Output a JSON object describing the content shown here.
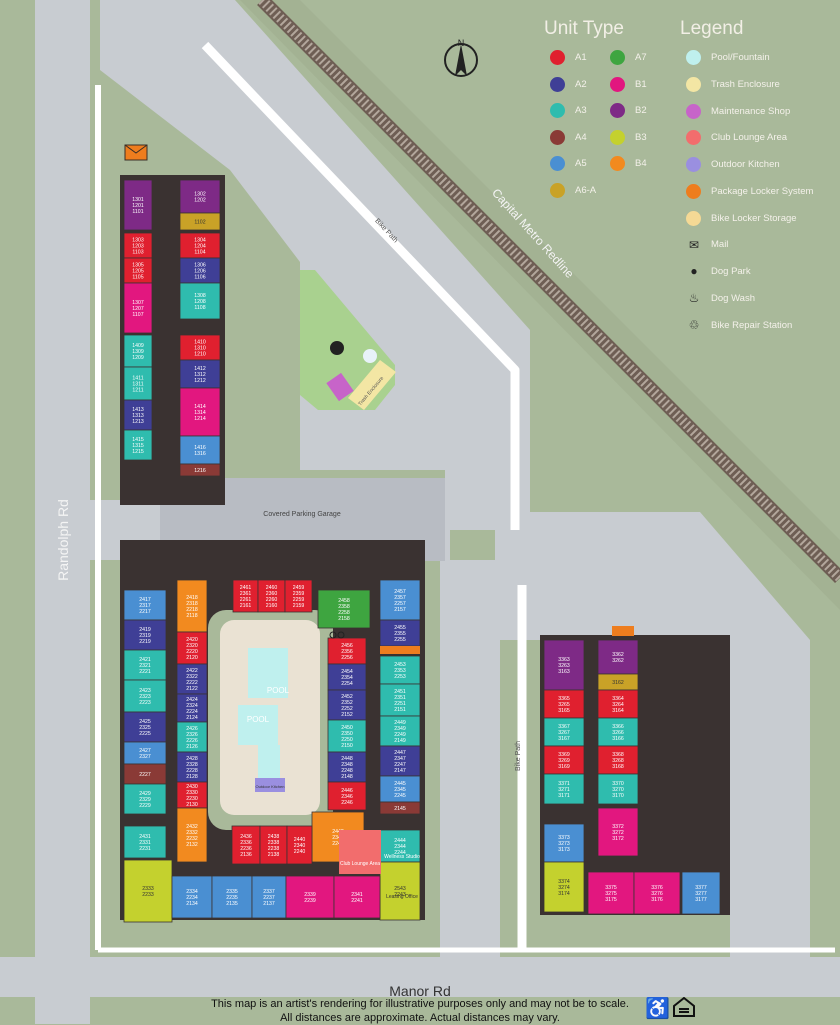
{
  "unit_type": {
    "title": "Unit Type",
    "items": [
      {
        "name": "A1",
        "color": "#e0202f"
      },
      {
        "name": "A2",
        "color": "#3f3f96"
      },
      {
        "name": "A3",
        "color": "#2fbcae"
      },
      {
        "name": "A4",
        "color": "#8a3a36"
      },
      {
        "name": "A5",
        "color": "#4a8fd2"
      },
      {
        "name": "A6-A",
        "color": "#c9a227"
      },
      {
        "name": "A7",
        "color": "#3ea540"
      },
      {
        "name": "B1",
        "color": "#e2177f"
      },
      {
        "name": "B2",
        "color": "#7e2a86"
      },
      {
        "name": "B3",
        "color": "#c4d12e"
      },
      {
        "name": "B4",
        "color": "#f28a1f"
      }
    ]
  },
  "legend": {
    "title": "Legend",
    "items": [
      {
        "label": "Pool/Fountain",
        "color": "#bff0ee",
        "icon": "pool-dot"
      },
      {
        "label": "Trash Enclosure",
        "color": "#f3e6a4",
        "icon": "trash-dot"
      },
      {
        "label": "Maintenance Shop",
        "color": "#c764c9",
        "icon": "maintenance-dot"
      },
      {
        "label": "Club Lounge Area",
        "color": "#f26d6d",
        "icon": "club-dot"
      },
      {
        "label": "Outdoor Kitchen",
        "color": "#9a8fe0",
        "icon": "kitchen-dot"
      },
      {
        "label": "Package Locker System",
        "color": "#ee7d1e",
        "icon": "package-dot"
      },
      {
        "label": "Bike Locker Storage",
        "color": "#f5d995",
        "icon": "bike-locker-dot"
      },
      {
        "label": "Mail",
        "icon": "mail-icon"
      },
      {
        "label": "Dog Park",
        "icon": "paw-icon"
      },
      {
        "label": "Dog Wash",
        "icon": "dog-wash-icon"
      },
      {
        "label": "Bike Repair Station",
        "icon": "bike-icon"
      }
    ]
  },
  "roads": {
    "randolph": "Randolph Rd",
    "manor": "Manor Rd",
    "rail": "Capital Metro Redline",
    "bike1": "Bike Path",
    "bike2": "Bike Path"
  },
  "labels": {
    "garage": "Covered Parking Garage",
    "pool1": "POOL",
    "pool2": "POOL",
    "kitchen": "Outdoor Kitchen",
    "club": "Club Lounge Area",
    "wellness": "Wellness Studio",
    "leasing": "Leasing Office",
    "trash": "Trash Enclosure"
  },
  "disclaimer": {
    "line1": "This map is an artist's rendering for illustrative purposes only and may not be to scale.",
    "line2": "All distances are approximate. Actual distances may vary."
  },
  "compass": "N",
  "units": [
    {
      "t": "B2",
      "n": "1301 1201 1101"
    },
    {
      "t": "B2",
      "n": "1302 1202"
    },
    {
      "t": "A6-A",
      "n": "1102"
    },
    {
      "t": "A1",
      "n": "1303 1203 1103"
    },
    {
      "t": "A1",
      "n": "1304 1204 1104"
    },
    {
      "t": "A1",
      "n": "1305 1205 1105"
    },
    {
      "t": "A2",
      "n": "1306 1206 1106"
    },
    {
      "t": "B1",
      "n": "1307 1207 1107"
    },
    {
      "t": "A3",
      "n": "1308 1208 1108"
    },
    {
      "t": "A3",
      "n": "1409 1309 1209"
    },
    {
      "t": "A1",
      "n": "1410 1310 1210"
    },
    {
      "t": "A3",
      "n": "1411 1311 1211"
    },
    {
      "t": "A2",
      "n": "1412 1312 1212"
    },
    {
      "t": "A2",
      "n": "1413 1313 1213"
    },
    {
      "t": "B1",
      "n": "1414 1314 1214"
    },
    {
      "t": "A3",
      "n": "1415 1315 1215"
    },
    {
      "t": "A5",
      "n": "1416 1316"
    },
    {
      "t": "A4",
      "n": "1216"
    },
    {
      "t": "A5",
      "n": "2417 2317 2217"
    },
    {
      "t": "A2",
      "n": "2419 2319 2219"
    },
    {
      "t": "A3",
      "n": "2421 2321 2221"
    },
    {
      "t": "A3",
      "n": "2423 2323 2223"
    },
    {
      "t": "A2",
      "n": "2425 2325 2225"
    },
    {
      "t": "A5",
      "n": "2427 2327"
    },
    {
      "t": "A4",
      "n": "2227"
    },
    {
      "t": "A3",
      "n": "2429 2329 2229"
    },
    {
      "t": "A3",
      "n": "2431 2331 2231"
    },
    {
      "t": "B3",
      "n": "2333 2233"
    },
    {
      "t": "B4",
      "n": "2418 2318 2218 2118"
    },
    {
      "t": "A1",
      "n": "2461 2361 2261 2161"
    },
    {
      "t": "A1",
      "n": "2460 2360 2260 2160"
    },
    {
      "t": "A1",
      "n": "2459 2359 2259 2159"
    },
    {
      "t": "A7",
      "n": "2458 2358 2258 2158"
    },
    {
      "t": "A5",
      "n": "2457 2357 2257 2157"
    },
    {
      "t": "A2",
      "n": "2455 2355 2255"
    },
    {
      "t": "A1",
      "n": "2420 2320 2220 2120"
    },
    {
      "t": "A2",
      "n": "2422 2322 2222 2122"
    },
    {
      "t": "A2",
      "n": "2424 2324 2224 2124"
    },
    {
      "t": "A3",
      "n": "2426 2326 2226 2126"
    },
    {
      "t": "A2",
      "n": "2428 2328 2228 2128"
    },
    {
      "t": "A1",
      "n": "2430 2330 2230 2130"
    },
    {
      "t": "B4",
      "n": "2432 2332 2232 2132"
    },
    {
      "t": "A1",
      "n": "2456 2356 2256"
    },
    {
      "t": "A2",
      "n": "2454 2354 2254"
    },
    {
      "t": "A2",
      "n": "2452 2352 2252 2152"
    },
    {
      "t": "A3",
      "n": "2450 2350 2250 2150"
    },
    {
      "t": "A2",
      "n": "2448 2348 2248 2148"
    },
    {
      "t": "A1",
      "n": "2446 2346 2246"
    },
    {
      "t": "B4",
      "n": "2442 2342 2242"
    },
    {
      "t": "A3",
      "n": "2453 2353 2253"
    },
    {
      "t": "A3",
      "n": "2451 2351 2251 2151"
    },
    {
      "t": "A3",
      "n": "2449 2349 2249 2149"
    },
    {
      "t": "A2",
      "n": "2447 2347 2247 2147"
    },
    {
      "t": "A5",
      "n": "2445 2345 2245"
    },
    {
      "t": "A4",
      "n": "2145"
    },
    {
      "t": "A3",
      "n": "2444 2344 2244"
    },
    {
      "t": "B3",
      "n": "2543 2243"
    },
    {
      "t": "A1",
      "n": "2436 2336 2236 2136"
    },
    {
      "t": "A1",
      "n": "2438 2338 2238 2138"
    },
    {
      "t": "A1",
      "n": "2440 2340 2240"
    },
    {
      "t": "A5",
      "n": "2334 2234 2134"
    },
    {
      "t": "A5",
      "n": "2335 2235 2135"
    },
    {
      "t": "A5",
      "n": "2337 2237 2137"
    },
    {
      "t": "B1",
      "n": "2339 2239"
    },
    {
      "t": "B1",
      "n": "2341 2241"
    },
    {
      "t": "B2",
      "n": "3363 3263 3163"
    },
    {
      "t": "B2",
      "n": "3362 3262"
    },
    {
      "t": "A6-A",
      "n": "3162"
    },
    {
      "t": "A1",
      "n": "3365 3265 3165"
    },
    {
      "t": "A1",
      "n": "3364 3264 3164"
    },
    {
      "t": "A3",
      "n": "3367 3267 3167"
    },
    {
      "t": "A3",
      "n": "3366 3266 3166"
    },
    {
      "t": "A1",
      "n": "3369 3269 3169"
    },
    {
      "t": "A1",
      "n": "3368 3268 3168"
    },
    {
      "t": "A3",
      "n": "3371 3271 3171"
    },
    {
      "t": "A3",
      "n": "3370 3270 3170"
    },
    {
      "t": "A5",
      "n": "3373 3273 3173"
    },
    {
      "t": "B1",
      "n": "3372 3272 3172"
    },
    {
      "t": "B3",
      "n": "3374 3274 3174"
    },
    {
      "t": "B1",
      "n": "3375 3275 3175"
    },
    {
      "t": "B1",
      "n": "3376 3276 3176"
    },
    {
      "t": "A5",
      "n": "3377 3277 3177"
    }
  ]
}
